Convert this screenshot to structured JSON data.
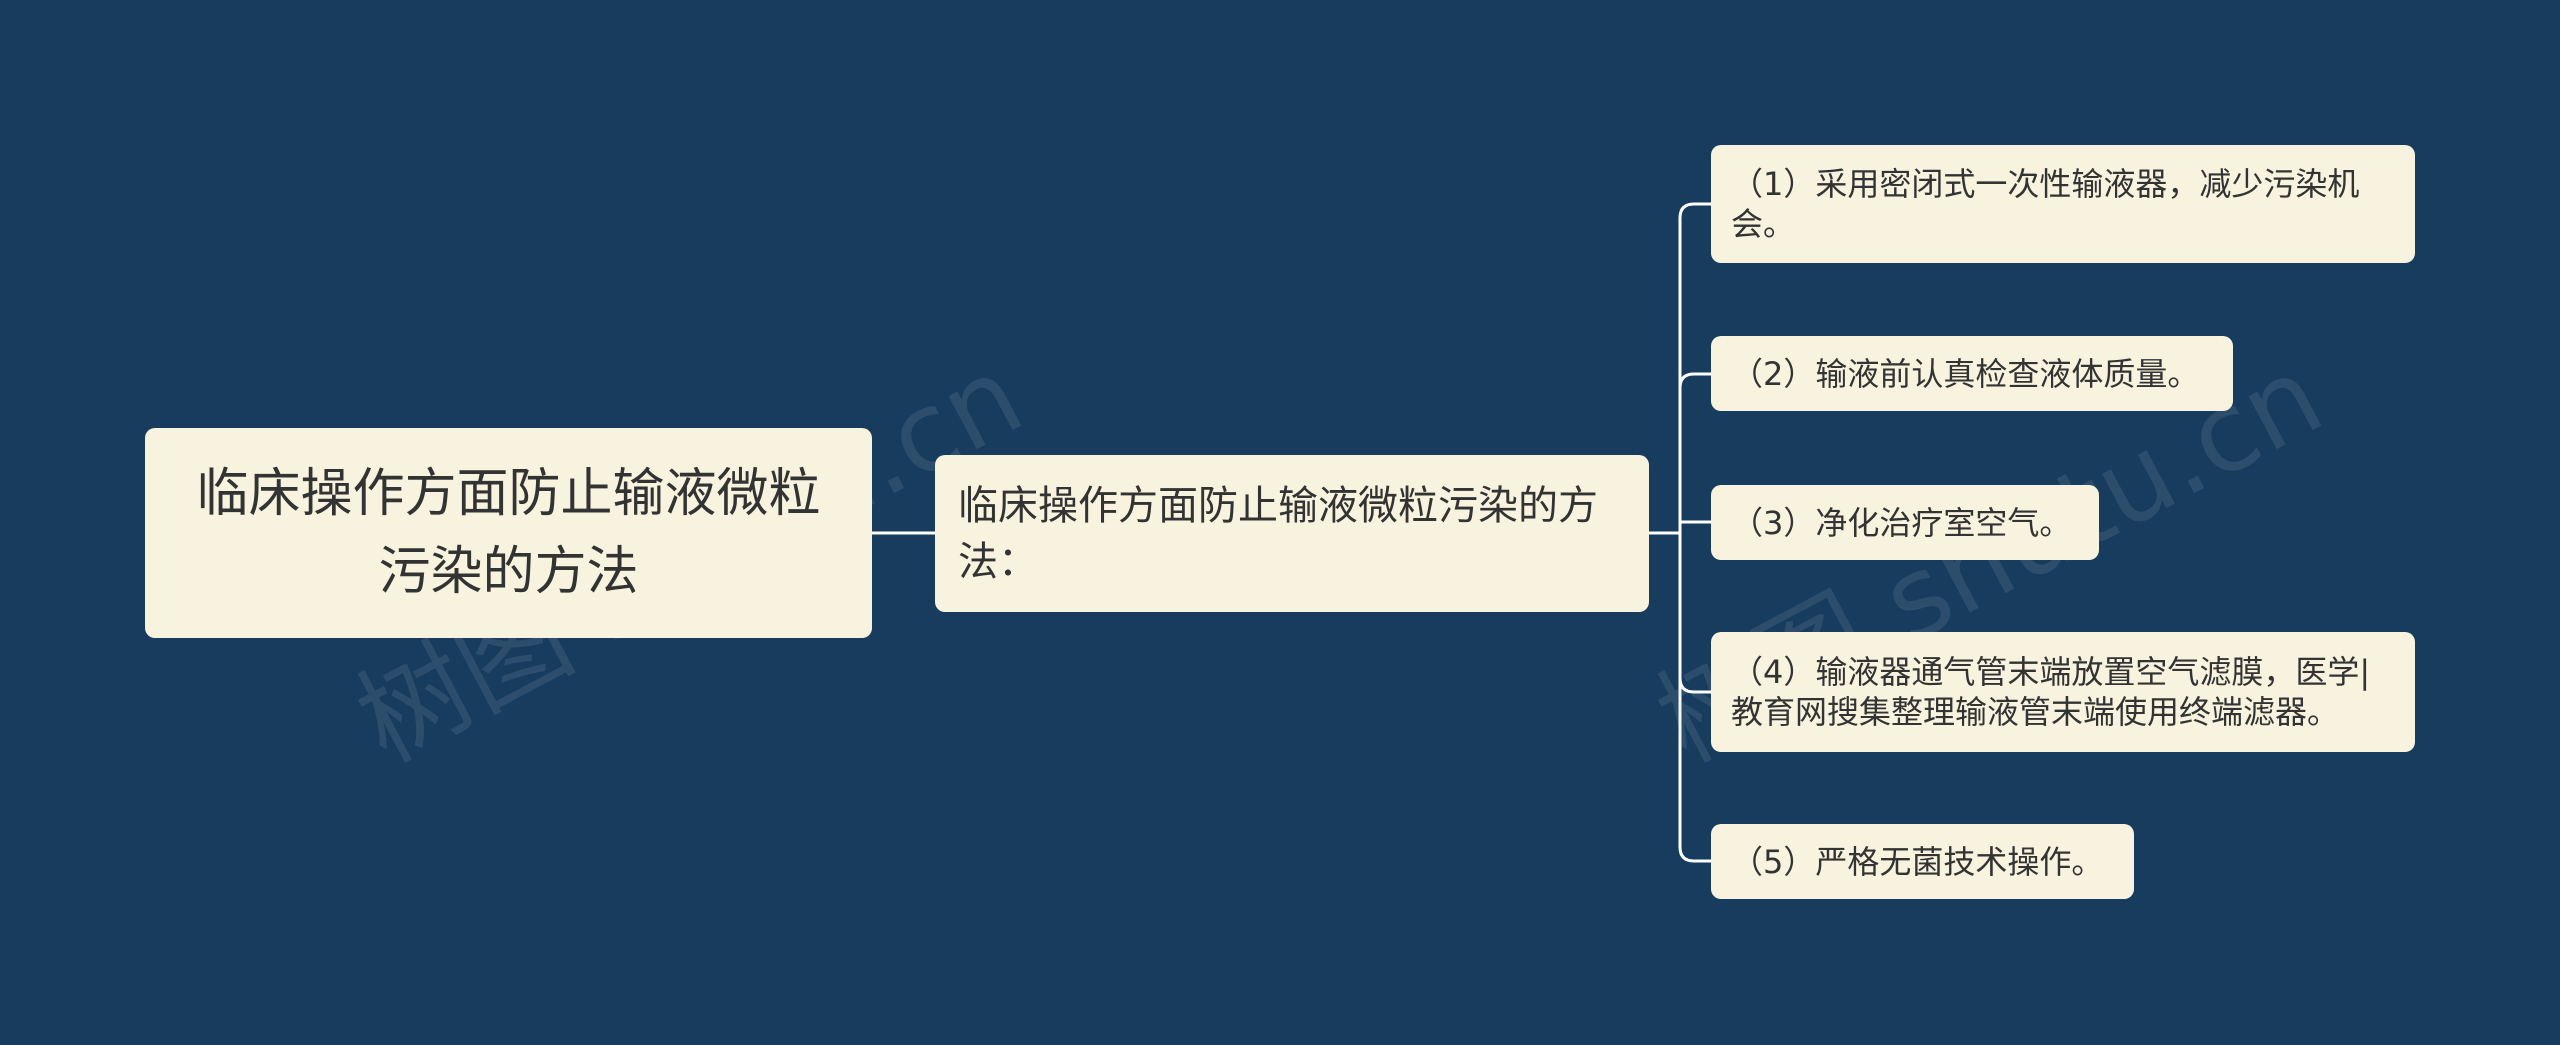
{
  "root": {
    "label": "临床操作方面防止输液微粒污染的方法"
  },
  "mid": {
    "label": "临床操作方面防止输液微粒污染的方法："
  },
  "leaves": [
    "（1）采用密闭式一次性输液器，减少污染机会。",
    "（2）输液前认真检查液体质量。",
    "（3）净化治疗室空气。",
    "（4）输液器通气管末端放置空气滤膜，医学|教育网搜集整理输液管末端使用终端滤器。",
    "（5）严格无菌技术操作。"
  ],
  "colors": {
    "background": "#173c5e",
    "node_fill": "#f8f3df",
    "connector": "#ffffff",
    "text": "#333333"
  }
}
